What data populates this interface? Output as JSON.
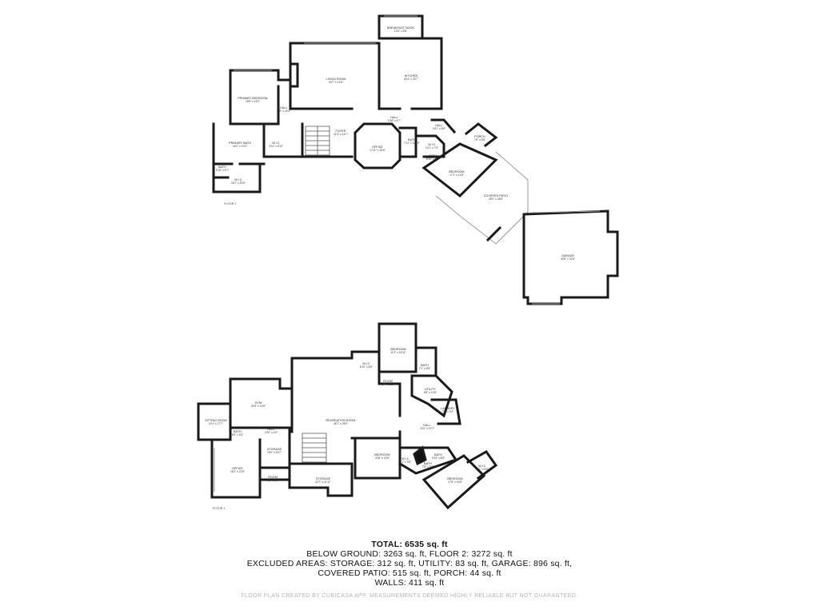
{
  "floors": [
    {
      "id": "floor-2",
      "label": "FLOOR 2",
      "rooms": [
        {
          "id": "breakfast-nook",
          "name": "BREAKFAST NOOK",
          "dims": "13'3\" x 5'5\""
        },
        {
          "id": "living-room",
          "name": "LIVING ROOM",
          "dims": "20'7\" x 21'8\""
        },
        {
          "id": "kitchen",
          "name": "KITCHEN",
          "dims": "20'4\" x 23'7\""
        },
        {
          "id": "primary-bedroom",
          "name": "PRIMARY BEDROOM",
          "dims": "19'8\" x 16'0\""
        },
        {
          "id": "hall-1",
          "name": "HALL",
          "dims": "5'9\" x 15'4\""
        },
        {
          "id": "foyer",
          "name": "FOYER",
          "dims": "21'4\" x 14'7\""
        },
        {
          "id": "hall-2",
          "name": "HALL",
          "dims": "13'8\" x 4'7\""
        },
        {
          "id": "hall-3",
          "name": "HALL",
          "dims": "16'1\" x 8'8\""
        },
        {
          "id": "primary-bath",
          "name": "PRIMARY BATH",
          "dims": "16'2\" x 12'0\""
        },
        {
          "id": "wic-1",
          "name": "W.I.C",
          "dims": "10'4\" x 8'10\""
        },
        {
          "id": "office-2",
          "name": "OFFICE",
          "dims": "17'11\" x 16'6\""
        },
        {
          "id": "bath-2",
          "name": "BATH",
          "dims": "7'11\" x 12'10\""
        },
        {
          "id": "wic-2",
          "name": "W.I.C",
          "dims": "10'1\" x 7'5\""
        },
        {
          "id": "bath-3",
          "name": "BATH",
          "dims": "8'10\" x 6'2\""
        },
        {
          "id": "porch",
          "name": "PORCH",
          "dims": "7'6\" x 5'8\""
        },
        {
          "id": "bath-4",
          "name": "BATH",
          "dims": "5'10\" x 5'7\""
        },
        {
          "id": "wic-3",
          "name": "W.I.C",
          "dims": "15'1\" x 8'10\""
        },
        {
          "id": "bedroom-2",
          "name": "BEDROOM",
          "dims": "17'4\" x 11'8\""
        },
        {
          "id": "covered-patio",
          "name": "COVERED PATIO",
          "dims": "25'0\" x 28'8\""
        },
        {
          "id": "garage",
          "name": "GARAGE",
          "dims": "33'8\" x 31'8\""
        }
      ]
    },
    {
      "id": "floor-1",
      "label": "FLOOR 1",
      "rooms": [
        {
          "id": "bedroom-b1",
          "name": "BEDROOM",
          "dims": "11'3\" x 16'11\""
        },
        {
          "id": "wic-b1",
          "name": "W.I.C",
          "dims": "6'10\" x 6'5\""
        },
        {
          "id": "bath-b1",
          "name": "BATH",
          "dims": "7'2\" x 8'8\""
        },
        {
          "id": "room-b1",
          "name": "ROOM",
          "dims": "5'4\" x 5'2\""
        },
        {
          "id": "gym",
          "name": "GYM",
          "dims": "20'8\" x 14'6\""
        },
        {
          "id": "utility",
          "name": "UTILITY",
          "dims": "5'8\" x 12'8\""
        },
        {
          "id": "laundry",
          "name": "LAUNDRY",
          "dims": "7'6\" x 9'2\""
        },
        {
          "id": "recreation-room",
          "name": "RECREATION ROOM",
          "dims": "46'7\" x 26'0\""
        },
        {
          "id": "sitting-room",
          "name": "SITTING ROOM",
          "dims": "10'1\" x 17'7\""
        },
        {
          "id": "hall-b1",
          "name": "HALL",
          "dims": "19'4\" x 12'7\""
        },
        {
          "id": "bath-b2",
          "name": "BATH",
          "dims": "5'5\" x 9'4\""
        },
        {
          "id": "hall-b2",
          "name": "HALL",
          "dims": "19'0\" x 4'4\""
        },
        {
          "id": "storage-1",
          "name": "STORAGE",
          "dims": "15'0\" x 16'7\""
        },
        {
          "id": "bedroom-b2",
          "name": "BEDROOM",
          "dims": "20'8\" x 13'5\""
        },
        {
          "id": "bath-b3",
          "name": "BATH",
          "dims": "10'4\" x 8'8\""
        },
        {
          "id": "wic-b2",
          "name": "W.I.C",
          "dims": "7'1\" x 5'8\""
        },
        {
          "id": "bath-b4",
          "name": "BATH",
          "dims": "7'8\" x 5'8\""
        },
        {
          "id": "wic-b3",
          "name": "W.I.C",
          "dims": "6'11\" x 5'5\""
        },
        {
          "id": "office-1",
          "name": "OFFICE",
          "dims": "18'2\" x 21'8\""
        },
        {
          "id": "room-b2",
          "name": "ROOM",
          "dims": "8'8\" x 6'2\""
        },
        {
          "id": "storage-2",
          "name": "STORAGE",
          "dims": "22'7\" x 11'11\""
        },
        {
          "id": "bedroom-b3",
          "name": "BEDROOM",
          "dims": "17'8\" x 16'8\""
        }
      ]
    }
  ],
  "totals": {
    "total": "TOTAL: 6535 sq. ft",
    "line_2": "BELOW GROUND: 3263 sq. ft, FLOOR 2: 3272 sq. ft",
    "line_3": "EXCLUDED AREAS: STORAGE: 312 sq. ft, UTILITY: 83 sq. ft, GARAGE: 896 sq. ft,",
    "line_4": "COVERED PATIO: 515 sq. ft, PORCH: 44 sq. ft",
    "line_5": "WALLS: 411 sq. ft"
  },
  "disclaimer": "FLOOR PLAN CREATED BY CUBICASA APP. MEASUREMENTS DEEMED HIGHLY RELIABLE BUT NOT GUARANTEED."
}
